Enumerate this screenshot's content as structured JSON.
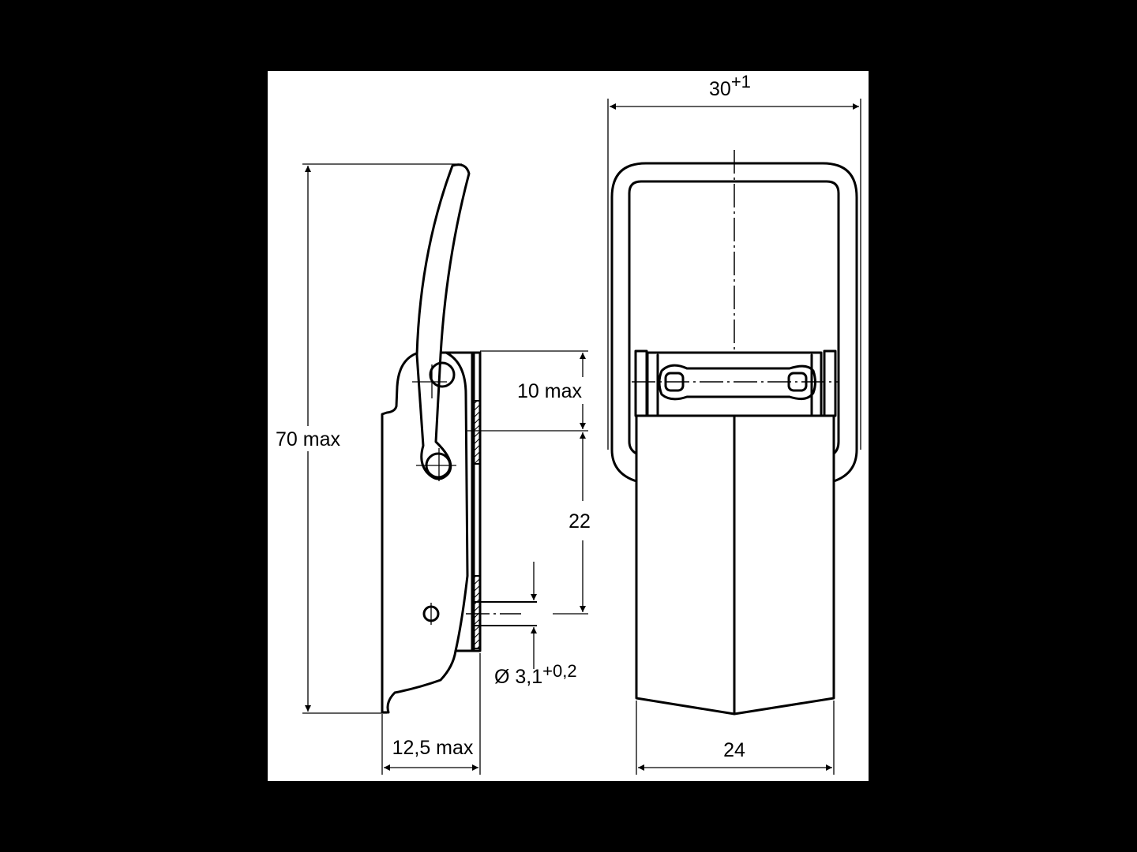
{
  "drawing": {
    "side_view": {
      "height_label": "70 max",
      "top_offset_label": "10 max",
      "hole_spacing_label": "22",
      "hole_diameter_label": "Ø 3,1",
      "hole_diameter_tolerance": "+0,2",
      "depth_label": "12,5 max"
    },
    "front_view": {
      "width_label": "30",
      "width_tolerance": "+1",
      "plate_width_label": "24"
    }
  }
}
